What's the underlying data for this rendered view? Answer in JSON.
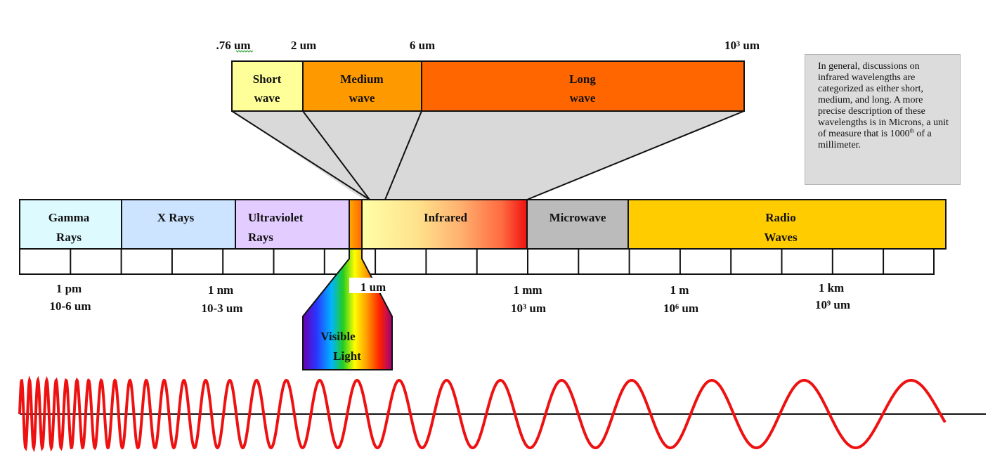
{
  "scale_labels": {
    "top": [
      ".76 um",
      "2 um",
      "6 um",
      "10³ um"
    ],
    "bottom": [
      {
        "top": "1 pm",
        "bottom": "10-6 um"
      },
      {
        "top": "1 nm",
        "bottom": "10-3 um"
      },
      {
        "top": "1 um",
        "bottom": ""
      },
      {
        "top": "1 mm",
        "bottom": "10³ um"
      },
      {
        "top": "1 m",
        "bottom": "10⁶ um"
      },
      {
        "top": "1 km",
        "bottom": "10⁹ um"
      }
    ]
  },
  "ir_subbands": [
    {
      "line1": "Short",
      "line2": "wave",
      "color": "#ffff99"
    },
    {
      "line1": "Medium",
      "line2": "wave",
      "color": "#ff9900"
    },
    {
      "line1": "Long",
      "line2": "wave",
      "color": "#ff6600"
    }
  ],
  "bands": [
    {
      "line1": "Gamma",
      "line2": "Rays",
      "color": "#ddfaff"
    },
    {
      "line1": "X Rays",
      "line2": "",
      "color": "#cce4ff"
    },
    {
      "line1": "Ultraviolet",
      "line2": "Rays",
      "color": "#e3ccff"
    },
    {
      "line1": "Infrared",
      "line2": "",
      "color": "#fff9b0"
    },
    {
      "line1": "Microwave",
      "line2": "",
      "color": "#bbbbbb"
    },
    {
      "line1": "Radio",
      "line2": "Waves",
      "color": "#ffcc00"
    }
  ],
  "visible_light": {
    "line1": "Visible",
    "line2": "Light"
  },
  "note": {
    "text_before": "In general, discussions on infrared wavelengths are categorized as either short, medium, and long.  A more precise description of these wavelengths is in Microns, a unit of measure that is 1000",
    "superscript": "th",
    "text_after": " of a millimeter."
  },
  "colors": {
    "wave": "#ee1111",
    "gray_funnel": "#d9d9d9"
  }
}
